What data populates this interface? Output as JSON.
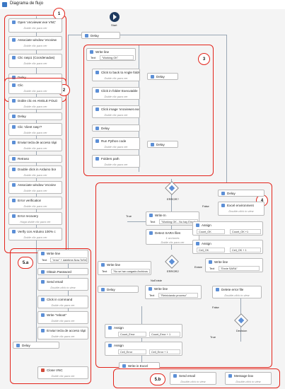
{
  "window": {
    "title": "Diagrama de flujo"
  },
  "start": {
    "label": "Start"
  },
  "labels": {
    "delay": "Delay",
    "true": "True",
    "false": "False",
    "do_click": "Doble clic para ver",
    "double_view": "Double-click to view",
    "haga_doble": "Haga doble clic para ver"
  },
  "annotations": {
    "n1": "1",
    "n2": "2",
    "n3": "3",
    "n4": "4",
    "n5a": "5.a",
    "n5b": "5.b"
  },
  "section1": {
    "items": [
      {
        "label": "Open 'vncviewer.exe VNC'"
      },
      {
        "label": "Associate window 'vncview"
      },
      {
        "label": "Clic rasp1 (Coordenadas)"
      },
      {
        "label": "Delay"
      }
    ]
  },
  "section2": {
    "items": [
      {
        "label": "Clic"
      },
      {
        "label": "Doble clic en ANGLE FOLD"
      },
      {
        "label": "Delay"
      },
      {
        "label": "Clic 'client rasp'?"
      },
      {
        "label": "Enviar tecla de acceso rápi"
      },
      {
        "label": "Retraso"
      },
      {
        "label": "Double click in Arduino bor"
      },
      {
        "label": "Associate window 'vncviev"
      },
      {
        "label": "Error verification"
      },
      {
        "label": "Error recovery"
      },
      {
        "label": "Verify con Arduino 100% c"
      }
    ]
  },
  "section3": {
    "write_line": "Write line",
    "text_label": "Text",
    "text_value": "\"Working OK\"",
    "items": [
      {
        "label": "Click to back to Angle folds"
      },
      {
        "label": "Click in folder Executable"
      },
      {
        "label": "Click image 'vncviewer.exe i"
      },
      {
        "label": "Delay"
      },
      {
        "label": "Run Python code"
      },
      {
        "label": "Folders path"
      }
    ]
  },
  "section4": {
    "decision1": "ERROR?",
    "decision2": "ERROR2",
    "write_in": "Write In",
    "text_label": "Text",
    "write_in_text": "\"Working OK - No hay Error\"",
    "detect": "Detect SARA files",
    "detect_sub": "1 acciones",
    "no_exists": "NoExiste",
    "exists": "Existe",
    "write_line": "Write line",
    "no_archivos": "\"No se han cargado Archivos",
    "envie": "\"Envie SARA\"",
    "excel_env": "Excel environment",
    "assign": "Assign",
    "count_ok": "Count_OK",
    "count_ok_expr": "Count_OK +1",
    "cell_ok": "Cell_OK",
    "cell_ok_expr": "Cell_OK + 1",
    "reiniciando": "\"Reiniciando proceso\"",
    "delete_error": "Delete error file",
    "decision3": "Decision"
  },
  "section5a": {
    "write_line": "Write line",
    "text_label": "Text",
    "error_text": "\"error\" + datetime.Now.ToStr",
    "items": [
      {
        "label": "Obtain Password"
      },
      {
        "label": "Send email"
      },
      {
        "label": "Click in command"
      },
      {
        "label": "Write \"reboot\""
      },
      {
        "label": "Enviar tecla de acceso rápi"
      },
      {
        "label": "Delay"
      },
      {
        "label": "Close VNC"
      }
    ],
    "assign": "Assign",
    "count_error": "Count_Error",
    "count_error_expr": "Count_Error + 1",
    "cell_error": "Cell_Error",
    "cell_error_expr": "Cell_Error + 1",
    "write_excel": "Write in Excel"
  },
  "section5b": {
    "send_email": "Send email",
    "message_box": "Message box"
  }
}
